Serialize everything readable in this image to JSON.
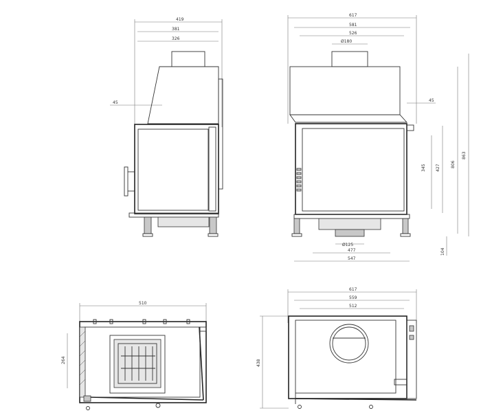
{
  "side_view": {
    "dims": {
      "w_total": "419",
      "w_mid": "381",
      "w_inner": "326",
      "offset": "45"
    }
  },
  "front_view": {
    "dims": {
      "w_total": "617",
      "w_mid": "581",
      "w_inner": "526",
      "flue_dia": "Ø180",
      "offset": "45",
      "h_glass": "345",
      "h_door": "427",
      "h_mid": "806",
      "h_total": "863",
      "intake_dia": "Ø125",
      "base_inner": "477",
      "base_outer": "547",
      "foot": "104"
    }
  },
  "top_section": {
    "dims": {
      "width": "510",
      "depth": "264"
    }
  },
  "top_view": {
    "dims": {
      "w_total": "617",
      "w_mid": "559",
      "w_inner": "512",
      "depth": "438"
    }
  },
  "colors": {
    "line": "#333333",
    "dim": "#777777",
    "fill": "#e6e6e6"
  }
}
